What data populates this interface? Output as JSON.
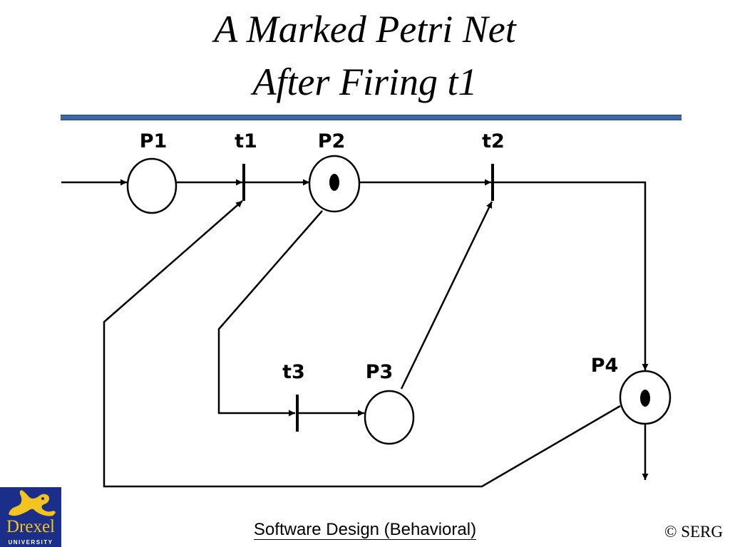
{
  "title": {
    "line1": "A Marked Petri Net",
    "line2": "After Firing t1"
  },
  "net": {
    "places": [
      {
        "id": "P1",
        "label": "P1",
        "tokens": 0
      },
      {
        "id": "P2",
        "label": "P2",
        "tokens": 1
      },
      {
        "id": "P3",
        "label": "P3",
        "tokens": 0
      },
      {
        "id": "P4",
        "label": "P4",
        "tokens": 1
      }
    ],
    "transitions": [
      {
        "id": "t1",
        "label": "t1"
      },
      {
        "id": "t2",
        "label": "t2"
      },
      {
        "id": "t3",
        "label": "t3"
      }
    ]
  },
  "footer": {
    "course": "Software Design (Behavioral)",
    "copyright": "© SERG"
  },
  "logo": {
    "wordmark": "Drexel",
    "subtitle": "UNIVERSITY"
  },
  "colors": {
    "rule": "#3d68a8",
    "logo_bg": "#1b2f8a",
    "logo_gold": "#f2c420"
  }
}
